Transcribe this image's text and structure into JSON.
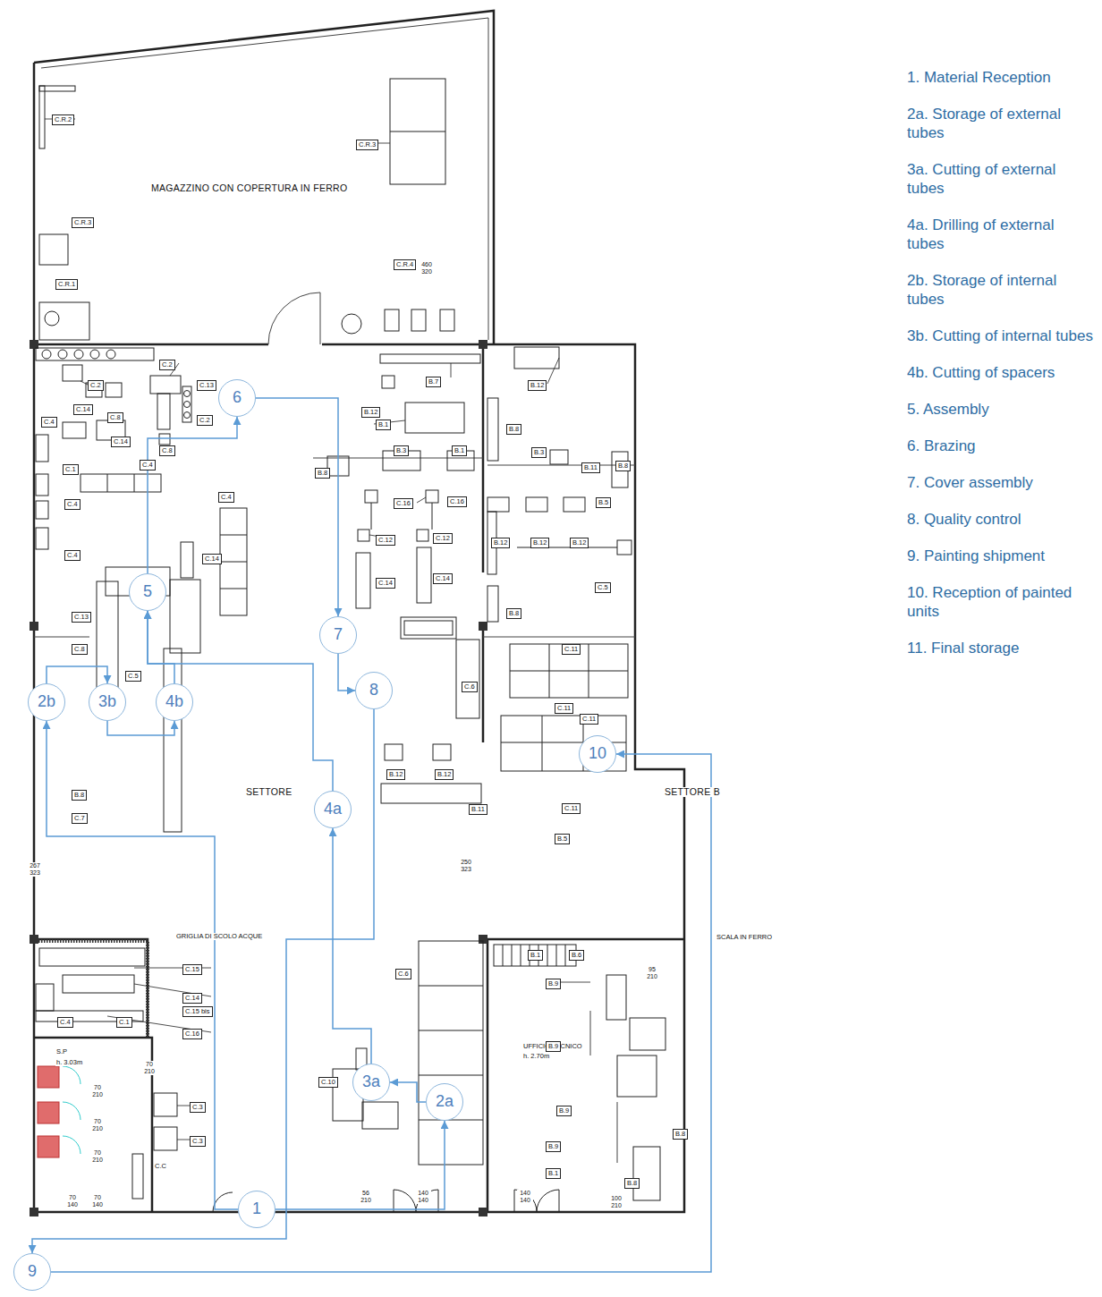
{
  "diagram": {
    "nodes": [
      {
        "text": [
          "1"
        ]
      },
      {
        "text": [
          "2a"
        ]
      },
      {
        "text": [
          "3a"
        ]
      },
      {
        "text": [
          "4a"
        ]
      },
      {
        "text": [
          "2b"
        ]
      },
      {
        "text": [
          "3b"
        ]
      },
      {
        "text": [
          "4b"
        ]
      },
      {
        "text": [
          "5"
        ]
      },
      {
        "text": [
          "6"
        ]
      },
      {
        "text": [
          "7"
        ]
      },
      {
        "text": [
          "8"
        ]
      },
      {
        "text": [
          "9"
        ]
      },
      {
        "text": [
          "10"
        ]
      }
    ],
    "edges": [
      {
        "from": 0,
        "to": 1,
        "arrow": "to"
      },
      {
        "from": 1,
        "to": 2,
        "arrow": "to"
      },
      {
        "from": 2,
        "to": 3,
        "arrow": "to"
      },
      {
        "from": 3,
        "to": 7,
        "arrow": "to"
      },
      {
        "from": 0,
        "to": 4,
        "arrow": "to"
      },
      {
        "from": 4,
        "to": 5,
        "arrow": "to"
      },
      {
        "from": 5,
        "to": 6,
        "arrow": "to"
      },
      {
        "from": 6,
        "to": 7,
        "arrow": "to"
      },
      {
        "from": 7,
        "to": 8,
        "arrow": "to"
      },
      {
        "from": 8,
        "to": 9,
        "arrow": "to"
      },
      {
        "from": 9,
        "to": 10,
        "arrow": "to"
      },
      {
        "from": 10,
        "to": 11,
        "arrow": "to"
      },
      {
        "from": 11,
        "to": 12,
        "arrow": "to"
      }
    ],
    "labels": [
      "C.R.2",
      "MAGAZZINO CON COPERTURA IN FERRO",
      "C.R.3",
      "C.R.3",
      "C.R.1",
      "C.R.4",
      "460 320",
      "C.2",
      "C.2",
      "C.14",
      "C.8",
      "C.14",
      "C.13",
      "C.2",
      "C.8",
      "C.4",
      "C.1",
      "C.4",
      "C.4",
      "C.4",
      "C.14",
      "C.4",
      "C.13",
      "C.5",
      "C.8",
      "B.12",
      "B.7",
      "B.1",
      "B.8",
      "B.3",
      "B.1",
      "C.16",
      "C.16",
      "C.12",
      "C.12",
      "C.14",
      "C.14",
      "B.12",
      "B.8",
      "B.3",
      "B.11",
      "B.8",
      "B.5",
      "B.12",
      "B.12",
      "B.12",
      "C.5",
      "B.8",
      "C.11",
      "C.11",
      "C.11",
      "C.6",
      "B.12",
      "B.12",
      "B.11",
      "C.11",
      "B.5",
      "B.8",
      "C.7",
      "SETTORE",
      "SETTORE B",
      "267 323",
      "250 323",
      "GRIGLIA DI SCOLO ACQUE",
      "C.15",
      "C.14",
      "C.15 bis",
      "C.16",
      "C.4",
      "C.1",
      "S.P",
      "h. 3.03m",
      "70 210",
      "70 210",
      "70 210",
      "70 210",
      "70 140",
      "70 140",
      "C.3",
      "C.3",
      "C.C",
      "C.6",
      "C.10",
      "56 210",
      "140 140",
      "140 140",
      "100 210",
      "B.1",
      "B.6",
      "95 210",
      "B.9",
      "UFFICIO TECNICO",
      "h. 2.70m",
      "B.9",
      "B.9",
      "B.9",
      "B.1",
      "B.8",
      "B.8",
      "SCALA IN FERRO"
    ],
    "legend": [
      {
        "text": "1. Material Reception"
      },
      {
        "text": "2a. Storage of external tubes"
      },
      {
        "text": "3a. Cutting of external tubes"
      },
      {
        "text": "4a. Drilling of external tubes"
      },
      {
        "text": "2b. Storage of internal tubes"
      },
      {
        "text": "3b. Cutting of internal tubes"
      },
      {
        "text": "4b. Cutting of spacers"
      },
      {
        "text": "5. Assembly"
      },
      {
        "text": "6. Brazing"
      },
      {
        "text": "7. Cover assembly"
      },
      {
        "text": "8. Quality control"
      },
      {
        "text": "9. Painting shipment"
      },
      {
        "text": "10. Reception of painted units"
      },
      {
        "text": "11. Final storage"
      }
    ]
  }
}
